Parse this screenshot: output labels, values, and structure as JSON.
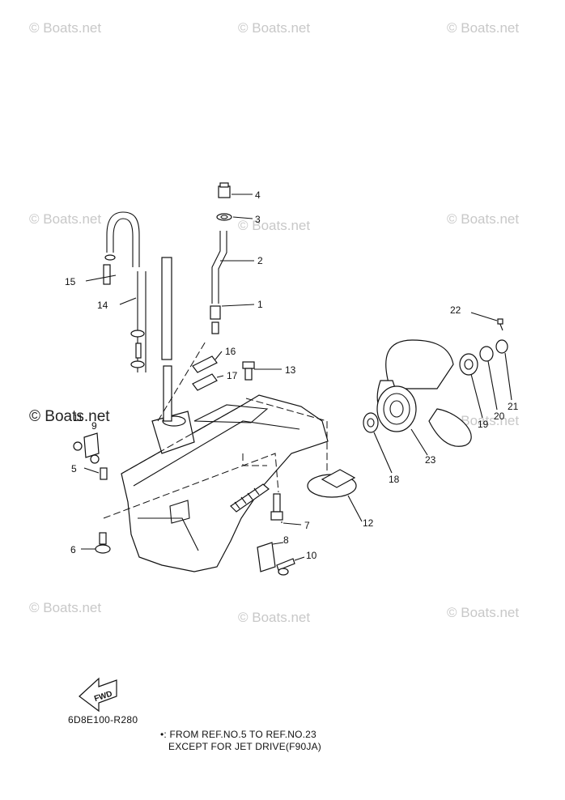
{
  "watermark": {
    "text": "© Boats.net",
    "feature_text": "© Boats.net"
  },
  "diagram": {
    "code": "6D8E100-R280",
    "note_line1": "•: FROM REF.NO.5 TO REF.NO.23",
    "note_line2": "EXCEPT FOR JET DRIVE(F90JA)",
    "fwd_label": "FWD",
    "callouts": {
      "c1": "1",
      "c2": "2",
      "c3": "3",
      "c4": "4",
      "c5": "5",
      "c6": "6",
      "c7": "7",
      "c8": "8",
      "c9": "9",
      "c10": "10",
      "c11": "11",
      "c12": "12",
      "c13": "13",
      "c14": "14",
      "c15": "15",
      "c16": "16",
      "c17": "17",
      "c18": "18",
      "c19": "19",
      "c20": "20",
      "c21": "21",
      "c22": "22",
      "c23": "23"
    }
  },
  "colors": {
    "line": "#111111",
    "watermark": "#c8c8c8"
  }
}
